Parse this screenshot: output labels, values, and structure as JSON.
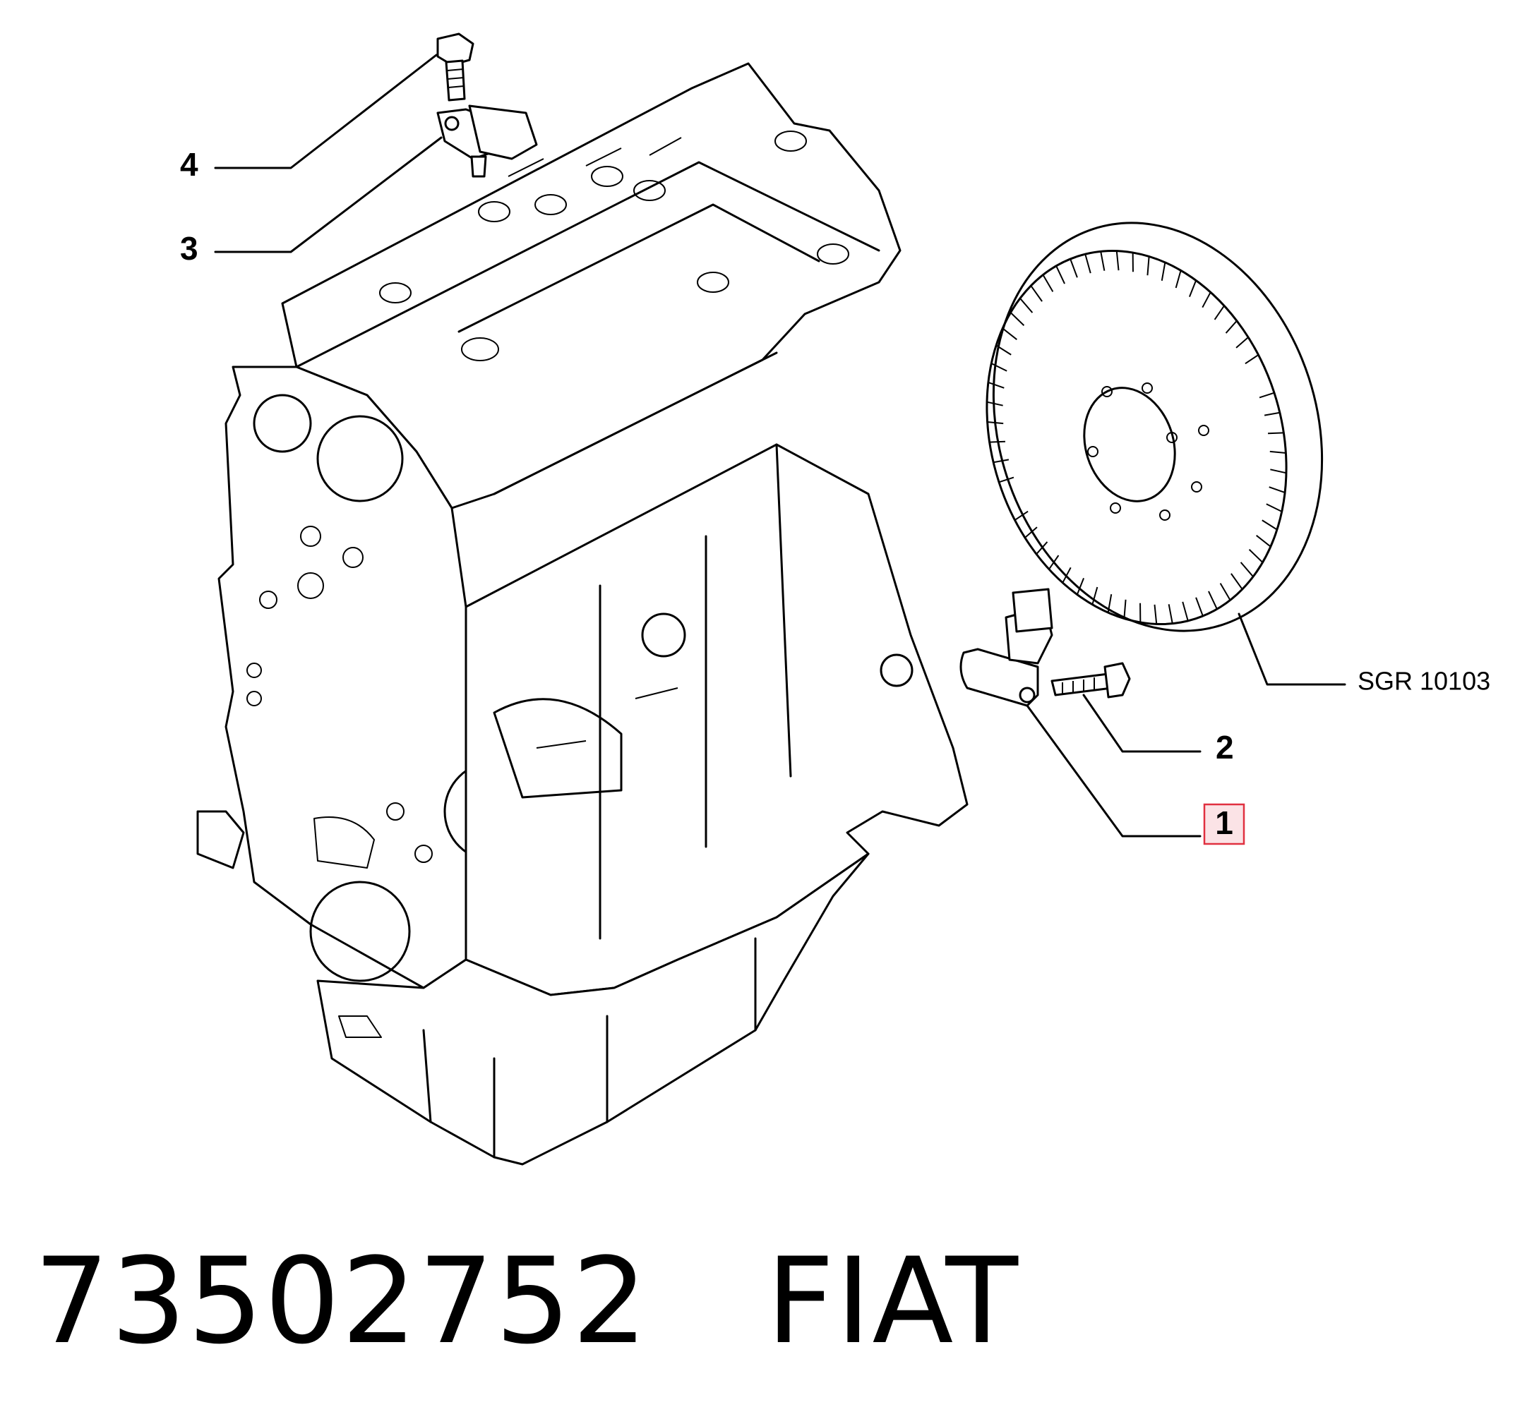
{
  "callouts": {
    "c1": "1",
    "c2": "2",
    "c3": "3",
    "c4": "4",
    "ref": "SGR 10103"
  },
  "highlight_color": "#e03040",
  "caption": {
    "part_number": "73502752",
    "brand": "FIAT"
  }
}
